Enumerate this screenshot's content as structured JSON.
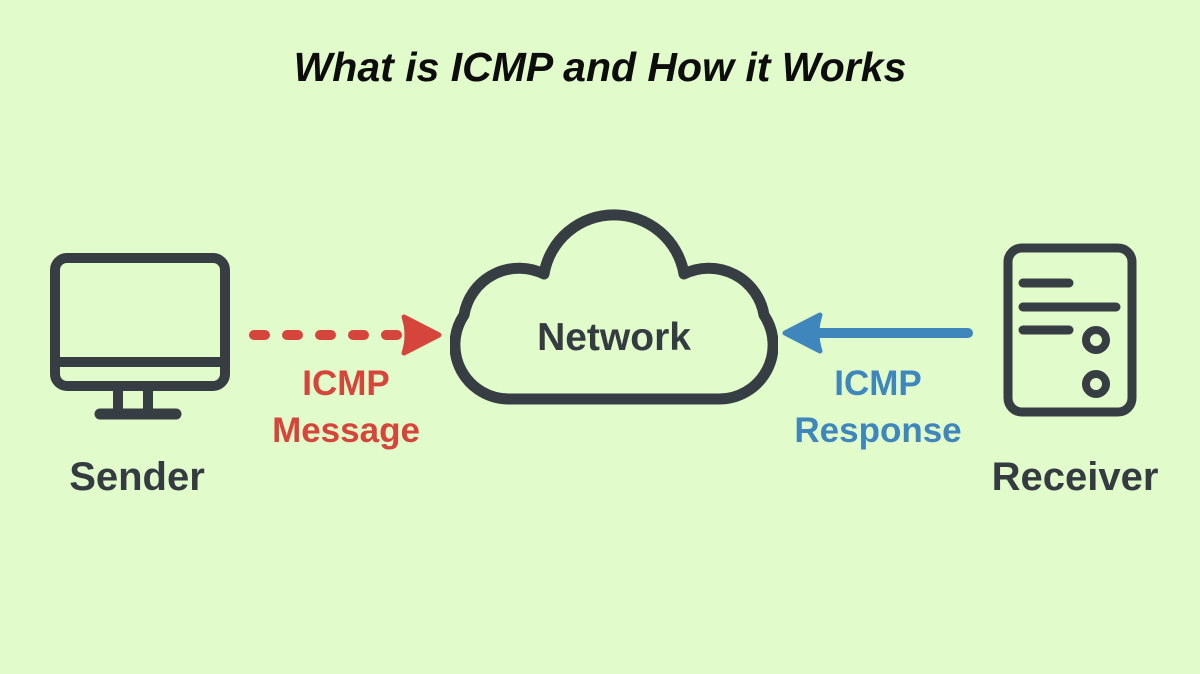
{
  "title": "What is ICMP and How it Works",
  "colors": {
    "background": "#e1fbca",
    "outline_dark": "#363e44",
    "message_red": "#d6453b",
    "response_blue": "#3e86bc",
    "title_black": "#0d0d0d"
  },
  "nodes": {
    "sender": {
      "label": "Sender",
      "icon": "desktop-monitor-icon"
    },
    "network": {
      "label": "Network",
      "icon": "cloud-icon"
    },
    "receiver": {
      "label": "Receiver",
      "icon": "server-icon"
    }
  },
  "flows": {
    "message": {
      "line1": "ICMP",
      "line2": "Message",
      "direction": "sender-to-network",
      "arrow_style": "dashed",
      "color": "#d6453b"
    },
    "response": {
      "line1": "ICMP",
      "line2": "Response",
      "direction": "receiver-to-network",
      "arrow_style": "solid",
      "color": "#3e86bc"
    }
  }
}
